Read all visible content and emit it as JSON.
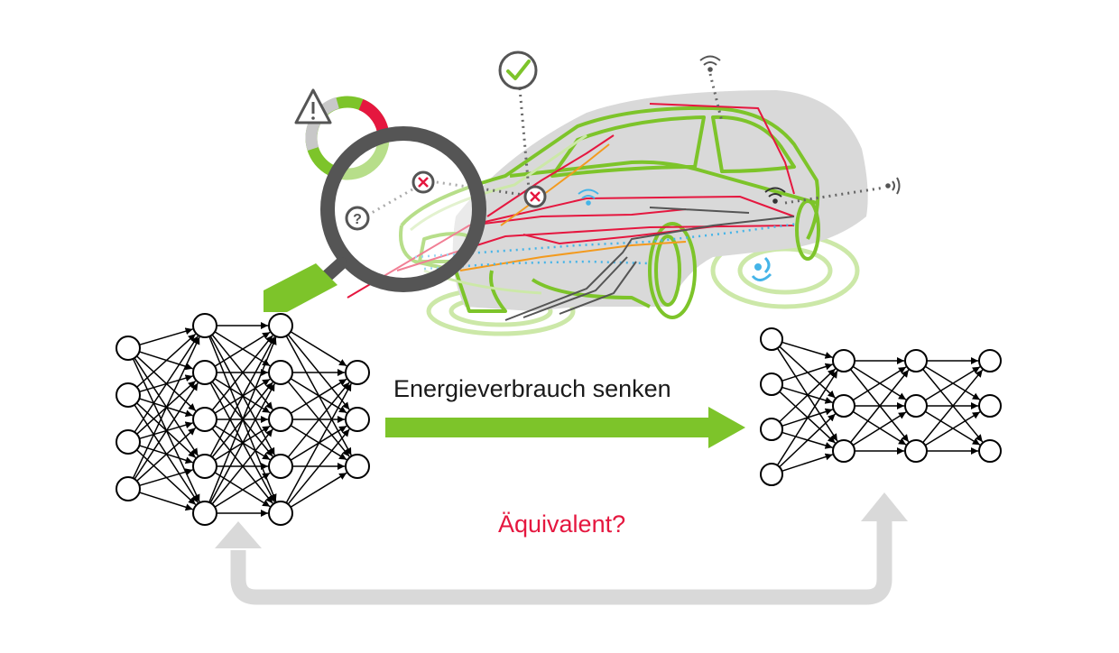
{
  "arrow_label": "Energieverbrauch senken",
  "question_label": "Äquivalent?",
  "colors": {
    "green": "#7dc42a",
    "light_green": "#cce8a8",
    "red": "#e5173f",
    "orange": "#f39a1e",
    "blue": "#45b4e8",
    "gray": "#d9d9d9",
    "dark_gray": "#555555",
    "black": "#000000"
  },
  "icons": [
    "warning-icon",
    "checkmark-icon",
    "question-icon",
    "error-icon",
    "wifi-icon",
    "magnifier-icon"
  ],
  "large_network": {
    "layers": [
      4,
      5,
      5,
      3
    ]
  },
  "small_network": {
    "layers": [
      4,
      3,
      3,
      3
    ]
  }
}
